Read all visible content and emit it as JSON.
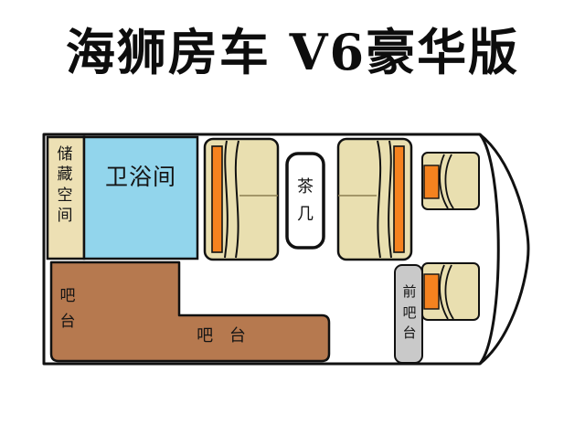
{
  "page": {
    "title": "海狮房车 V6豪华版",
    "background_color": "#ffffff"
  },
  "floorplan": {
    "name": "rv-floorplan-top-view",
    "outline_stroke": "#111111",
    "zones": [
      {
        "id": "storage",
        "label": "储\n藏\n空\n间",
        "label_plain": "储藏空间",
        "color": "#EDE0B4",
        "stroke": "#111111"
      },
      {
        "id": "bathroom",
        "label": "卫浴间",
        "color": "#92D5EC",
        "stroke": "#111111"
      },
      {
        "id": "bar-counter-vertical",
        "label": "吧\n台",
        "label_plain": "吧台",
        "color": "#B6794F",
        "stroke": "#111111"
      },
      {
        "id": "bar-counter-horizontal",
        "label": "吧 台",
        "color": "#B6794F",
        "stroke": "#111111"
      },
      {
        "id": "tea-table",
        "label": "茶\n几",
        "label_plain": "茶几",
        "color": "#FFFFFF",
        "stroke": "#111111"
      },
      {
        "id": "front-bar-counter",
        "label": "前\n吧\n台",
        "label_plain": "前吧台",
        "color": "#C9C9C9",
        "stroke": "#111111"
      }
    ],
    "seats": [
      {
        "id": "bench-seat-left",
        "cushion_color": "#E9DFB0",
        "backrest_color": "#F5821F",
        "orientation": "backrest-left"
      },
      {
        "id": "bench-seat-right",
        "cushion_color": "#E9DFB0",
        "backrest_color": "#F5821F",
        "orientation": "backrest-right"
      },
      {
        "id": "single-seat-upper",
        "cushion_color": "#E9DFB0",
        "backrest_color": "#F5821F",
        "orientation": "backrest-left"
      },
      {
        "id": "single-seat-lower",
        "cushion_color": "#E9DFB0",
        "backrest_color": "#F5821F",
        "orientation": "backrest-left"
      }
    ]
  }
}
